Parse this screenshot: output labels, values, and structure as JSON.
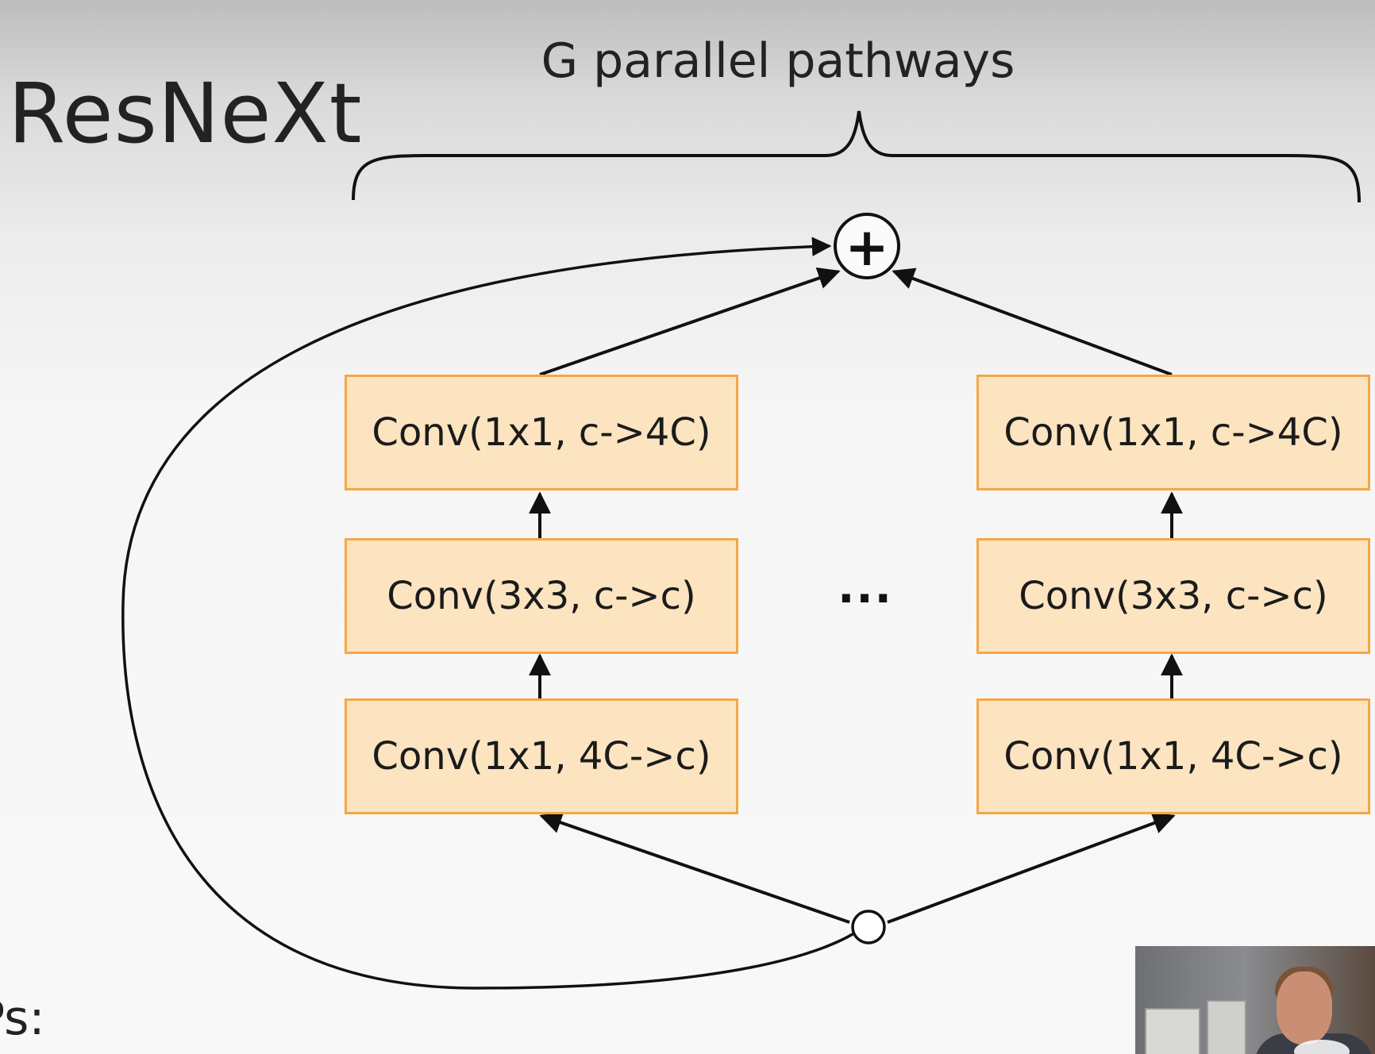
{
  "slide": {
    "title": "ResNeXt",
    "brace_label": "G parallel pathways",
    "ellipsis": "...",
    "cut_text": "Ps:"
  },
  "pathways": [
    {
      "name": "left",
      "blocks": [
        "Conv(1x1, c->4C)",
        "Conv(3x3, c->c)",
        "Conv(1x1, 4C->c)"
      ]
    },
    {
      "name": "right",
      "blocks": [
        "Conv(1x1, c->4C)",
        "Conv(3x3, c->c)",
        "Conv(1x1, 4C->c)"
      ]
    }
  ],
  "nodes": {
    "sum_symbol": "+"
  },
  "colors": {
    "block_fill": "#fce4c0",
    "block_border": "#f5a744",
    "line": "#111111"
  },
  "icons": {
    "sum_node": "plus-circle-icon",
    "split_node": "circle-icon",
    "webcam": "presenter-webcam"
  }
}
